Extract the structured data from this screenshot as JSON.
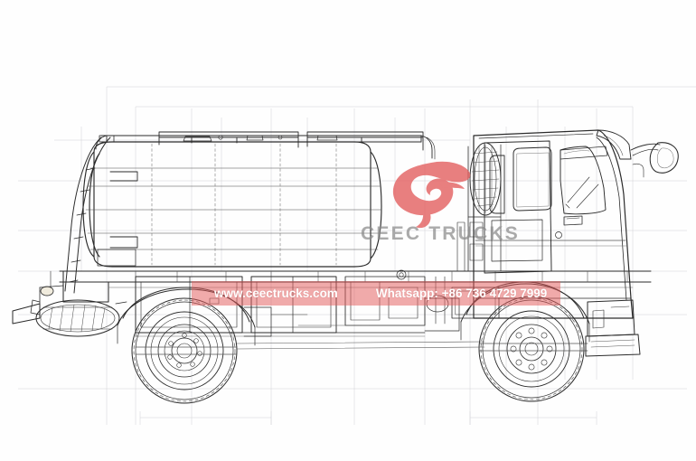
{
  "drawing": {
    "title": "CEEC TRUCKS fuel tanker truck side elevation blueprint",
    "subject": "4x4 off-road fuel tank truck",
    "view": "left side elevation",
    "line_color": "#2b2b2b",
    "construction_line_color": "#c9c9cf",
    "background_color": "#fefefe",
    "components": [
      "tank-body",
      "rear-ladder",
      "top-walkway-rail",
      "chassis-frame",
      "side-locker-cabinet",
      "rear-wheel",
      "front-wheel",
      "cab",
      "cab-door",
      "cab-side-window",
      "windshield",
      "side-mirror",
      "spare-tyre-behind-cab",
      "under-chassis-spare-tyre",
      "rear-bumper",
      "front-step",
      "mudguard"
    ]
  },
  "watermark": {
    "brand_text": "CEEC TRUCKS",
    "logo_icon": "ceec-swoosh-logo-icon",
    "logo_color": "#e25c5c",
    "brand_text_color": "#8b8b8b"
  },
  "contact_banner": {
    "website": "www.ceectrucks.com",
    "whatsapp_label": "Whatsapp:",
    "whatsapp_number": "+86 736 4729 7999",
    "whatsapp_full": "Whatsapp: +86 736 4729 7999",
    "background_color": "#e25c5c",
    "text_color": "#ffffff"
  }
}
